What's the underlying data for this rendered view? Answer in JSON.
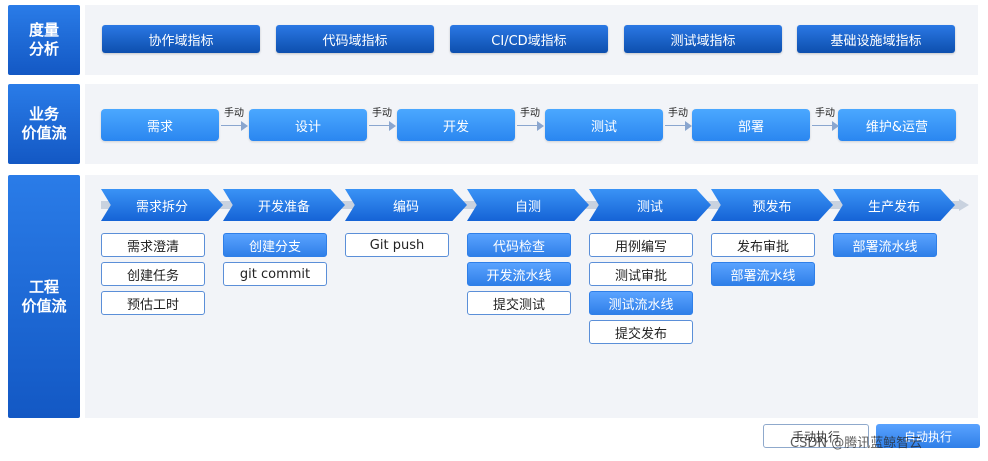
{
  "rows": {
    "metrics": {
      "label": "度量\n分析"
    },
    "business": {
      "label": "业务\n价值流"
    },
    "engineering": {
      "label": "工程\n价值流"
    }
  },
  "metrics": [
    "协作域指标",
    "代码域指标",
    "CI/CD域指标",
    "测试域指标",
    "基础设施域指标"
  ],
  "business_flow": {
    "stages": [
      "需求",
      "设计",
      "开发",
      "测试",
      "部署",
      "维护&运营"
    ],
    "arrow_label": "手动"
  },
  "engineering_flow": {
    "stages": [
      {
        "label": "需求拆分",
        "tasks": [
          {
            "label": "需求澄清",
            "auto": false
          },
          {
            "label": "创建任务",
            "auto": false
          },
          {
            "label": "预估工时",
            "auto": false
          }
        ]
      },
      {
        "label": "开发准备",
        "tasks": [
          {
            "label": "创建分支",
            "auto": true
          },
          {
            "label": "git commit",
            "auto": false
          }
        ]
      },
      {
        "label": "编码",
        "tasks": [
          {
            "label": "Git push",
            "auto": false
          }
        ]
      },
      {
        "label": "自测",
        "tasks": [
          {
            "label": "代码检查",
            "auto": true
          },
          {
            "label": "开发流水线",
            "auto": true
          },
          {
            "label": "提交测试",
            "auto": false
          }
        ]
      },
      {
        "label": "测试",
        "tasks": [
          {
            "label": "用例编写",
            "auto": false
          },
          {
            "label": "测试审批",
            "auto": false
          },
          {
            "label": "测试流水线",
            "auto": true
          },
          {
            "label": "提交发布",
            "auto": false
          }
        ]
      },
      {
        "label": "预发布",
        "tasks": [
          {
            "label": "发布审批",
            "auto": false
          },
          {
            "label": "部署流水线",
            "auto": true
          }
        ]
      },
      {
        "label": "生产发布",
        "tasks": [
          {
            "label": "部署流水线",
            "auto": true
          }
        ]
      }
    ]
  },
  "legend": {
    "manual": "手动执行",
    "auto": "自动执行"
  },
  "watermark": "CSDN @腾讯蓝鲸智云",
  "colors": {
    "primary": "#1563d6",
    "light": "#4ba8ff",
    "panel": "#f2f4f8"
  }
}
